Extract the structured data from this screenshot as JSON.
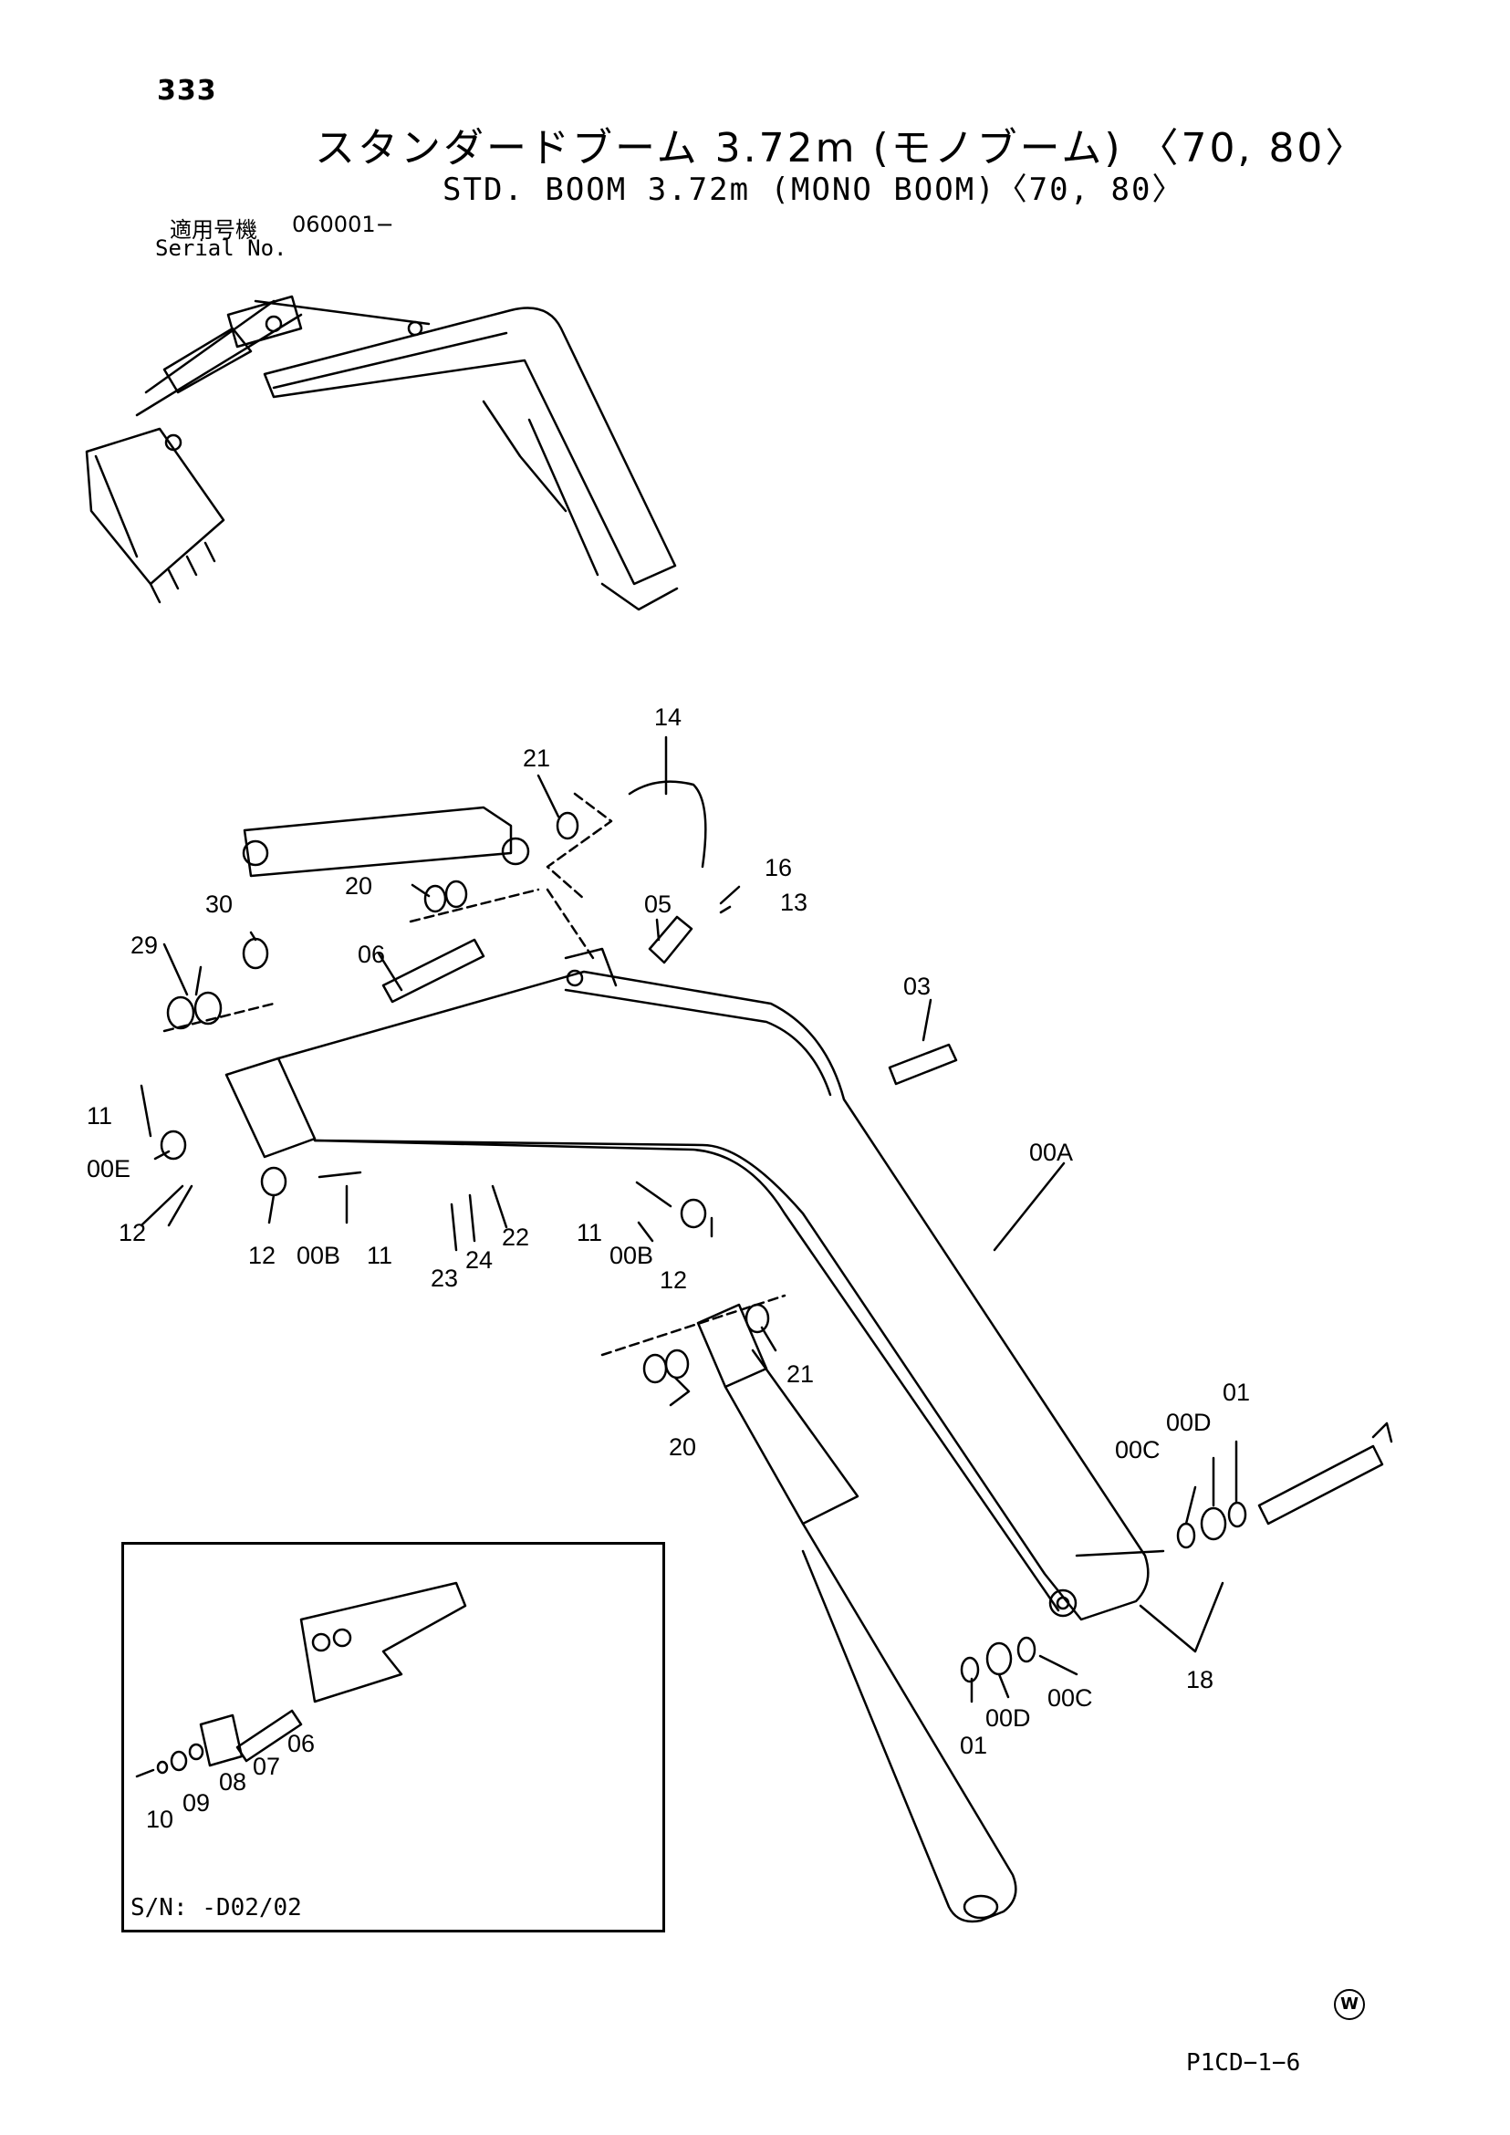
{
  "header": {
    "page_number": "333",
    "title_ja": "スタンダードブーム 3.72m (モノブーム) 〈70, 80〉",
    "title_en": "STD. BOOM 3.72m (MONO BOOM)〈70, 80〉",
    "serial_label_ja": "適用号機",
    "serial_value": "060001−",
    "serial_label_en": "Serial No."
  },
  "callouts": {
    "c01a": "01",
    "c01b": "01",
    "c00A": "00A",
    "c00Ba": "00B",
    "c00Bb": "00B",
    "c00Ca": "00C",
    "c00Cb": "00C",
    "c00Da": "00D",
    "c00Db": "00D",
    "c00E": "00E",
    "c03": "03",
    "c05": "05",
    "c06": "06",
    "c11a": "11",
    "c11b": "11",
    "c11c": "11",
    "c12a": "12",
    "c12b": "12",
    "c12c": "12",
    "c13": "13",
    "c14": "14",
    "c16": "16",
    "c18": "18",
    "c20a": "20",
    "c20b": "20",
    "c21a": "21",
    "c21b": "21",
    "c22": "22",
    "c23": "23",
    "c24": "24",
    "c29": "29",
    "c30": "30"
  },
  "inset": {
    "label": "S/N: -D02/02",
    "callouts": {
      "i06": "06",
      "i07": "07",
      "i08": "08",
      "i09": "09",
      "i10": "10"
    }
  },
  "footer": {
    "mark": "W",
    "page_code": "P1CD−1−6"
  }
}
